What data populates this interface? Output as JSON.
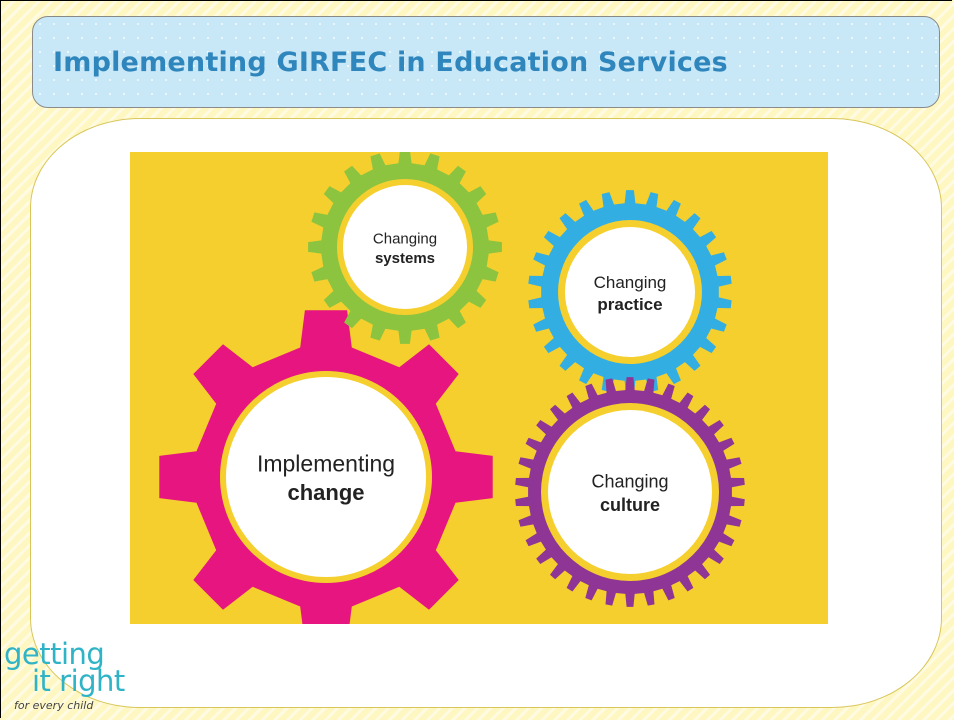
{
  "slide": {
    "title": "Implementing GIRFEC in Education Services"
  },
  "diagram": {
    "background_color": "#f5cf2e",
    "gears": [
      {
        "id": "implementing-change",
        "line1": "Implementing",
        "line2": "change",
        "color": "#e6157f",
        "teeth": 8
      },
      {
        "id": "changing-systems",
        "line1": "Changing",
        "line2": "systems",
        "color": "#8cc43f",
        "teeth": 20
      },
      {
        "id": "changing-practice",
        "line1": "Changing",
        "line2": "practice",
        "color": "#33aee2",
        "teeth": 26
      },
      {
        "id": "changing-culture",
        "line1": "Changing",
        "line2": "culture",
        "color": "#8e3596",
        "teeth": 34
      }
    ]
  },
  "logo": {
    "line1": "getting",
    "line2": "it right",
    "line3": "for every child",
    "color": "#2fb3c6"
  }
}
